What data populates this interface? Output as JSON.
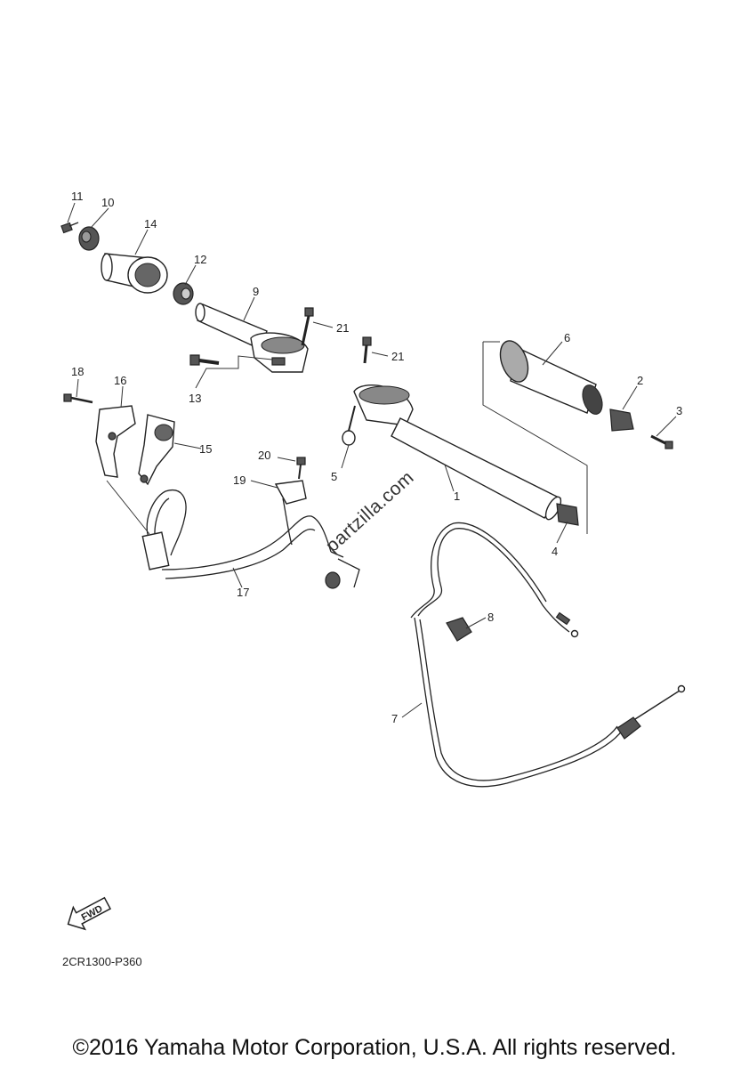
{
  "diagram_code": "2CR1300-P360",
  "copyright": "©2016 Yamaha Motor Corporation, U.S.A. All rights reserved.",
  "watermark": "partzilla.com",
  "fwd_label": "FWD",
  "callouts": {
    "p1": "1",
    "p2": "2",
    "p3": "3",
    "p4": "4",
    "p5": "5",
    "p6": "6",
    "p7": "7",
    "p8": "8",
    "p9": "9",
    "p10": "10",
    "p11": "11",
    "p12": "12",
    "p13": "13",
    "p14": "14",
    "p15": "15",
    "p16": "16",
    "p17": "17",
    "p18": "18",
    "p19": "19",
    "p20": "20",
    "p21a": "21",
    "p21b": "21"
  }
}
